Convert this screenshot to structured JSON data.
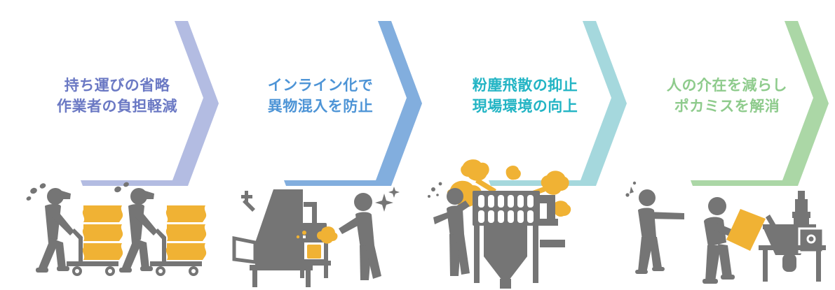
{
  "figure": {
    "kind": "benefit-hexagon-row",
    "background_color": "#ffffff",
    "panel_count": 4
  },
  "palette": {
    "hex_face": "#ffffff",
    "figure_gray": "#757575",
    "figure_gray_dark": "#6d6d6d",
    "accent_yellow": "#f0b234",
    "accent_yellow_light": "#f5c25c",
    "white": "#ffffff"
  },
  "panels": [
    {
      "id": "panel-carry-reduction",
      "line1": "持ち運びの省略",
      "line2": "作業者の負担軽減",
      "text_color": "#6b79c4",
      "shadow_color": "#b3bce2",
      "illustration": "two-workers-pushing-hand-carts-with-sacks"
    },
    {
      "id": "panel-inline-contamination",
      "line1": "インライン化で",
      "line2": "異物混入を防止",
      "text_color": "#4d94d6",
      "shadow_color": "#82aede",
      "illustration": "inline-machine-with-operator"
    },
    {
      "id": "panel-dust-suppression",
      "line1": "粉塵飛散の抑止",
      "line2": "現場環境の向上",
      "text_color": "#22b4c4",
      "shadow_color": "#a5d8dd",
      "illustration": "dust-collector-with-coughing-worker-and-dust-clouds"
    },
    {
      "id": "panel-less-human-error",
      "line1": "人の介在を減らし",
      "line2": "ポカミスを解消",
      "text_color": "#8ecb8c",
      "shadow_color": "#abd7a6",
      "illustration": "worker-pouring-bag-into-mixer-with-supervisor"
    }
  ]
}
